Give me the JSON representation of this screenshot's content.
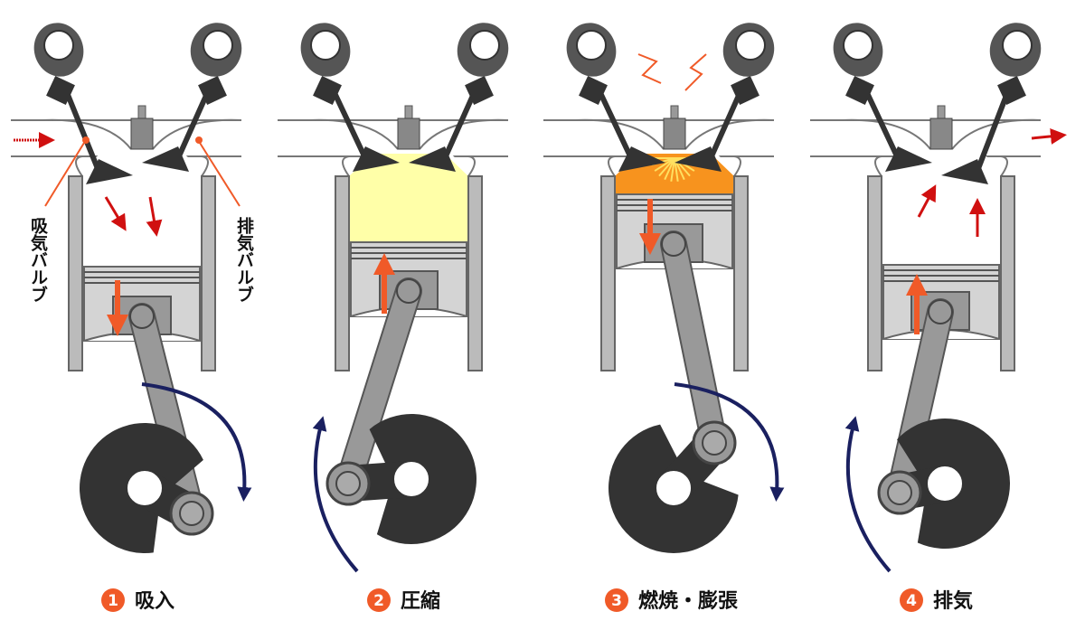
{
  "title": "4ストロークエンジンの行程",
  "valve_labels": {
    "intake": "吸気バルブ",
    "exhaust": "排気バルブ"
  },
  "steps": [
    {
      "number": "1",
      "label": "吸入"
    },
    {
      "number": "2",
      "label": "圧縮"
    },
    {
      "number": "3",
      "label": "燃焼・膨張"
    },
    {
      "number": "4",
      "label": "排気"
    }
  ],
  "colors": {
    "accent": "#f05a28",
    "arrow_red": "#d01010",
    "rotation_arrow": "#1a2060",
    "compressed_gas": "#ffffa8",
    "combustion": "#f7931e",
    "metal_dark": "#333333",
    "metal": "#888888",
    "metal_light": "#d4d4d4"
  }
}
